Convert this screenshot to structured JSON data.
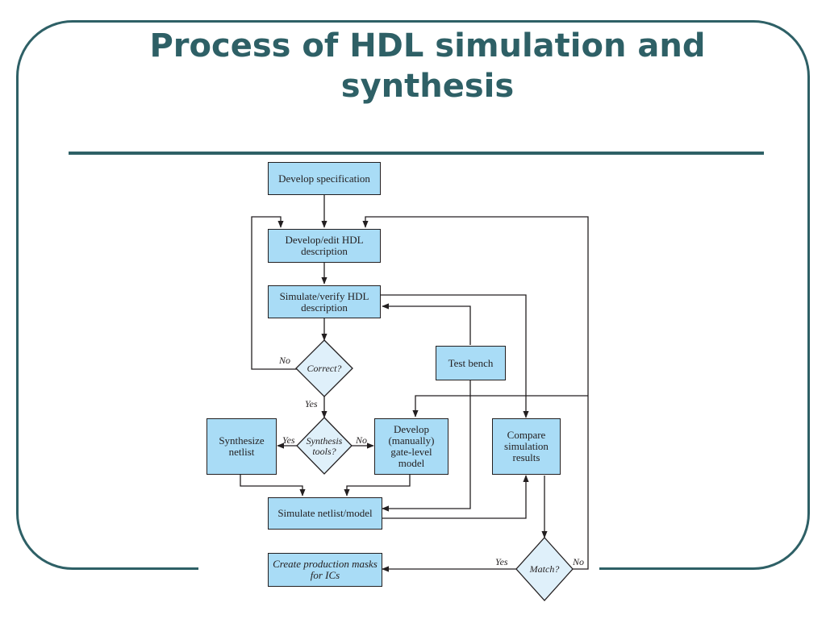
{
  "slide": {
    "title": "Process of HDL simulation and synthesis"
  },
  "colors": {
    "frame": "#2e6066",
    "box_fill": "#a9dcf6",
    "diamond_fill": "#dff0fa",
    "line": "#231f20"
  },
  "nodes": {
    "develop_spec": "Develop specification",
    "develop_edit_hdl": "Develop/edit HDL description",
    "simulate_verify_hdl": "Simulate/verify HDL description",
    "test_bench": "Test bench",
    "correct": "Correct?",
    "synthesis_tools": "Synthesis tools?",
    "synthesize_netlist": "Synthesize netlist",
    "develop_manual_model": "Develop (manually) gate-level model",
    "compare_results": "Compare simulation results",
    "simulate_netlist": "Simulate netlist/model",
    "create_masks": "Create production masks for ICs",
    "match": "Match?"
  },
  "edge_labels": {
    "correct_no": "No",
    "correct_yes": "Yes",
    "synthesis_yes": "Yes",
    "synthesis_no": "No",
    "match_yes": "Yes",
    "match_no": "No"
  }
}
